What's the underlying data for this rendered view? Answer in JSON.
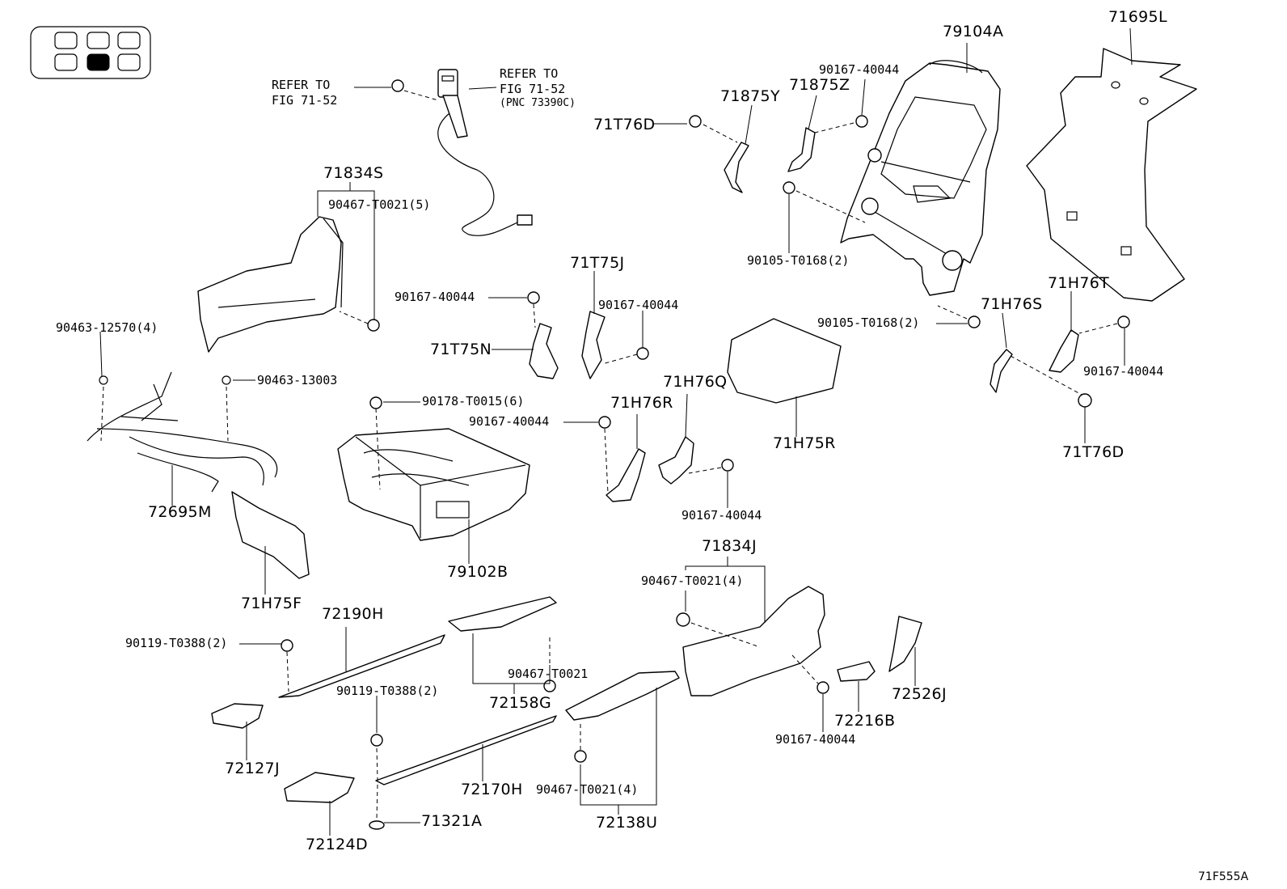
{
  "illustration_code": "71F555A",
  "parts": {
    "p79104A": "79104A",
    "p71695L": "71695L",
    "p71834S": "71834S",
    "p71875Y": "71875Y",
    "p71875Z": "71875Z",
    "p71T76D_a": "71T76D",
    "p71T76D_b": "71T76D",
    "p71T75J": "71T75J",
    "p71T75N": "71T75N",
    "p71H76T": "71H76T",
    "p71H76S": "71H76S",
    "p71H76R": "71H76R",
    "p71H76Q": "71H76Q",
    "p71H75R": "71H75R",
    "p72695M": "72695M",
    "p79102B": "79102B",
    "p71H75F": "71H75F",
    "p71834J": "71834J",
    "p72190H": "72190H",
    "p72158G": "72158G",
    "p72526J": "72526J",
    "p72216B": "72216B",
    "p72127J": "72127J",
    "p72170H": "72170H",
    "p72124D": "72124D",
    "p71321A": "71321A",
    "p72138U": "72138U"
  },
  "fasteners": {
    "f_90167_40044_a": "90167-40044",
    "f_90467_T0021_5": "90467-T0021(5)",
    "f_90167_40044_b": "90167-40044",
    "f_90167_40044_c": "90167-40044",
    "f_90105_T0168_2_a": "90105-T0168(2)",
    "f_90105_T0168_2_b": "90105-T0168(2)",
    "f_90167_40044_d": "90167-40044",
    "f_90463_12570_4": "90463-12570(4)",
    "f_90463_13003": "90463-13003",
    "f_90178_T0015_6": "90178-T0015(6)",
    "f_90167_40044_e": "90167-40044",
    "f_90167_40044_f": "90167-40044",
    "f_90467_T0021_4_a": "90467-T0021(4)",
    "f_90119_T0388_2_a": "90119-T0388(2)",
    "f_90467_T0021": "90467-T0021",
    "f_90119_T0388_2_b": "90119-T0388(2)",
    "f_90167_40044_g": "90167-40044",
    "f_90467_T0021_4_b": "90467-T0021(4)"
  },
  "references": {
    "refer_left_1": "REFER TO",
    "refer_left_2": "FIG 71-52",
    "refer_right_1": "REFER TO",
    "refer_right_2": "FIG 71-52",
    "refer_right_3": "(PNC 73390C)"
  }
}
